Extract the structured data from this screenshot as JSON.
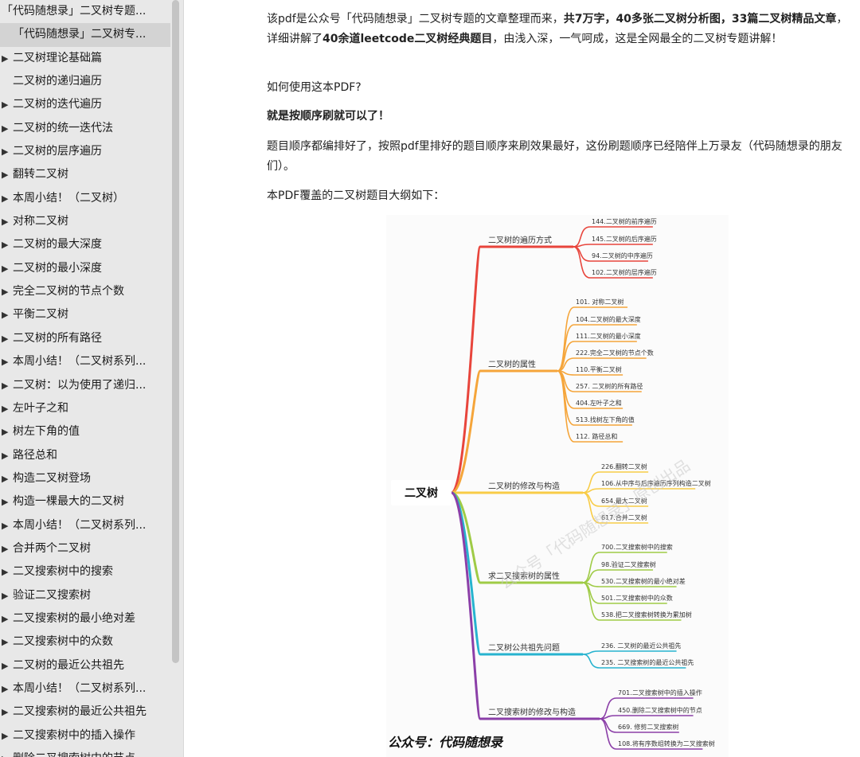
{
  "sidebar": {
    "items": [
      {
        "label": "「代码随想录」二叉树专题...",
        "type": "top"
      },
      {
        "label": "「代码随想录」二叉树专...",
        "type": "sel"
      },
      {
        "label": "二叉树理论基础篇",
        "type": "arrow"
      },
      {
        "label": "二叉树的递归遍历",
        "type": "noarrow"
      },
      {
        "label": "二叉树的迭代遍历",
        "type": "arrow"
      },
      {
        "label": "二叉树的统一迭代法",
        "type": "arrow"
      },
      {
        "label": "二叉树的层序遍历",
        "type": "arrow"
      },
      {
        "label": "翻转二叉树",
        "type": "arrow"
      },
      {
        "label": "本周小结！（二叉树）",
        "type": "arrow"
      },
      {
        "label": "对称二叉树",
        "type": "arrow"
      },
      {
        "label": "二叉树的最大深度",
        "type": "arrow"
      },
      {
        "label": "二叉树的最小深度",
        "type": "arrow"
      },
      {
        "label": "完全二叉树的节点个数",
        "type": "arrow"
      },
      {
        "label": "平衡二叉树",
        "type": "arrow"
      },
      {
        "label": "二叉树的所有路径",
        "type": "arrow"
      },
      {
        "label": "本周小结！（二叉树系列...",
        "type": "arrow"
      },
      {
        "label": "二叉树：以为使用了递归...",
        "type": "arrow"
      },
      {
        "label": "左叶子之和",
        "type": "arrow"
      },
      {
        "label": "树左下角的值",
        "type": "arrow"
      },
      {
        "label": "路径总和",
        "type": "arrow"
      },
      {
        "label": "构造二叉树登场",
        "type": "arrow"
      },
      {
        "label": "构造一棵最大的二叉树",
        "type": "arrow"
      },
      {
        "label": "本周小结！（二叉树系列...",
        "type": "arrow"
      },
      {
        "label": "合并两个二叉树",
        "type": "arrow"
      },
      {
        "label": "二叉搜索树中的搜索",
        "type": "arrow"
      },
      {
        "label": "验证二叉搜索树",
        "type": "arrow"
      },
      {
        "label": "二叉搜索树的最小绝对差",
        "type": "arrow"
      },
      {
        "label": "二叉搜索树中的众数",
        "type": "arrow"
      },
      {
        "label": "二叉树的最近公共祖先",
        "type": "arrow"
      },
      {
        "label": "本周小结！（二叉树系列...",
        "type": "arrow"
      },
      {
        "label": "二叉搜索树的最近公共祖先",
        "type": "arrow"
      },
      {
        "label": "二叉搜索树中的插入操作",
        "type": "arrow"
      },
      {
        "label": "删除二叉搜索树中的节点",
        "type": "arrow"
      }
    ]
  },
  "content": {
    "p1": [
      {
        "t": "该pdf是公众号「代码随想录」二叉树专题的文章整理而来，",
        "b": false
      },
      {
        "t": "共7万字，40多张二叉树分析图，33篇二叉树精品文章",
        "b": true
      },
      {
        "t": "，详细讲解了",
        "b": false
      },
      {
        "t": "40余道leetcode二叉树经典题目",
        "b": true
      },
      {
        "t": "，由浅入深，一气呵成，这是全网最全的二叉树专题讲解！",
        "b": false
      }
    ],
    "p2": "如何使用这本PDF?",
    "p3": "就是按顺序刷就可以了！",
    "p4": "题目顺序都编排好了，按照pdf里排好的题目顺序来刷效果最好，这份刷题顺序已经陪伴上万录友（代码随想录的朋友们）。",
    "p5": "本PDF覆盖的二叉树题目大纲如下："
  },
  "mindmap": {
    "root": "二叉树",
    "watermark": "公众号「代码随想录」原创出品",
    "footer": "公众号：代码随想录",
    "branches": [
      {
        "label": "二叉树的遍历方式",
        "color": "#e8453c",
        "leaves": [
          "144.二叉树的前序遍历",
          "145.二叉树的后序遍历",
          "94.二叉树的中序遍历",
          "102.二叉树的层序遍历"
        ]
      },
      {
        "label": "二叉树的属性",
        "color": "#f5a53a",
        "leaves": [
          "101. 对称二叉树",
          "104.二叉树的最大深度",
          "111.二叉树的最小深度",
          "222.完全二叉树的节点个数",
          "110.平衡二叉树",
          "257. 二叉树的所有路径",
          "404.左叶子之和",
          "513.找树左下角的值",
          "112. 路径总和"
        ]
      },
      {
        "label": "二叉树的修改与构造",
        "color": "#f8cc47",
        "leaves": [
          "226.翻转二叉树",
          "106.从中序与后序遍历序列构造二叉树",
          "654.最大二叉树",
          "617.合并二叉树"
        ]
      },
      {
        "label": "求二叉搜索树的属性",
        "color": "#9fcb46",
        "leaves": [
          "700.二叉搜索树中的搜索",
          "98.验证二叉搜索树",
          "530.二叉搜索树的最小绝对差",
          "501.二叉搜索树中的众数",
          "538.把二叉搜索树转换为累加树"
        ]
      },
      {
        "label": "二叉树公共祖先问题",
        "color": "#27b3cf",
        "leaves": [
          "236. 二叉树的最近公共祖先",
          "235. 二叉搜索树的最近公共祖先"
        ]
      },
      {
        "label": "二叉搜索树的修改与构造",
        "color": "#8b3fa8",
        "leaves": [
          "701.二叉搜索树中的插入操作",
          "450.删除二叉搜索树中的节点",
          "669. 修剪二叉搜索树",
          "108.将有序数组转换为二叉搜索树"
        ]
      }
    ]
  }
}
